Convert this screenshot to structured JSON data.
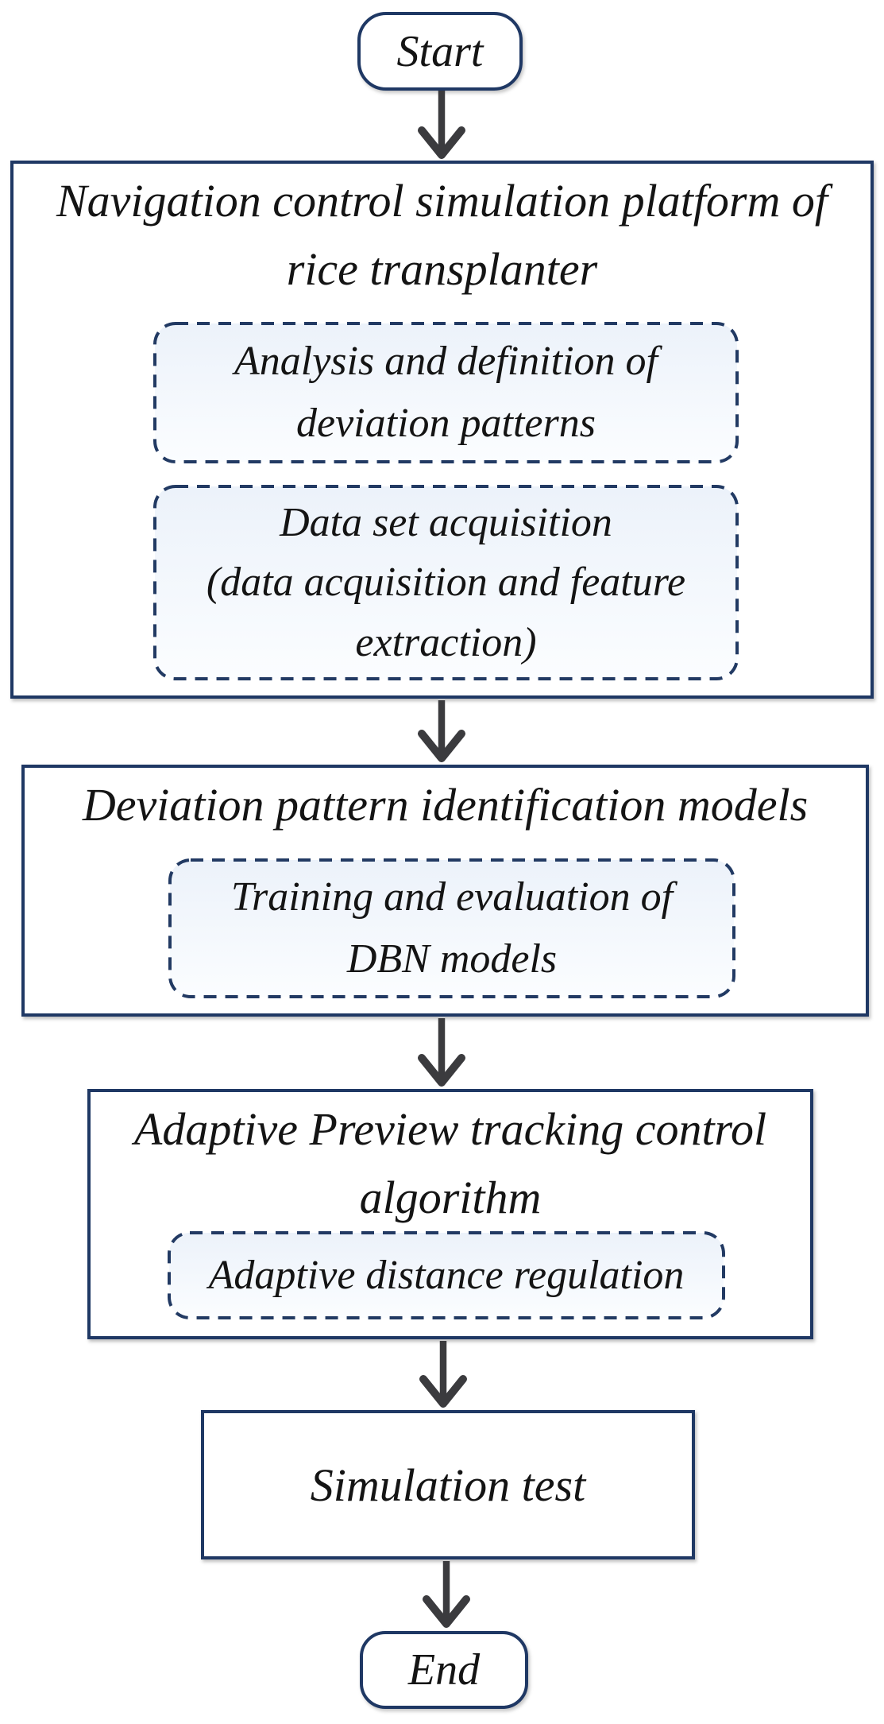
{
  "flowchart": {
    "start": {
      "label": "Start"
    },
    "end": {
      "label": "End"
    },
    "stages": [
      {
        "title_line1": "Navigation control simulation platform of",
        "title_line2": "rice transplanter",
        "sub_steps": [
          {
            "line1": "Analysis and definition of",
            "line2": "deviation patterns"
          },
          {
            "line1": "Data set acquisition",
            "line2": "(data acquisition and feature",
            "line3": "extraction)"
          }
        ]
      },
      {
        "title_line1": "Deviation pattern identification models",
        "sub_steps": [
          {
            "line1": "Training and evaluation of",
            "line2": "DBN models"
          }
        ]
      },
      {
        "title_line1": "Adaptive Preview tracking control",
        "title_line2": "algorithm",
        "sub_steps": [
          {
            "line1": "Adaptive distance regulation"
          }
        ]
      },
      {
        "title_line1": "Simulation test",
        "sub_steps": []
      }
    ],
    "colors": {
      "background": "#ffffff",
      "box_border": "#1f3864",
      "dash_border": "#223a63",
      "dashed_fill_top": "#ecf2fa",
      "dashed_fill_bottom": "#fbfdff",
      "arrow": "#3b3b3e",
      "text": "#141414"
    }
  }
}
